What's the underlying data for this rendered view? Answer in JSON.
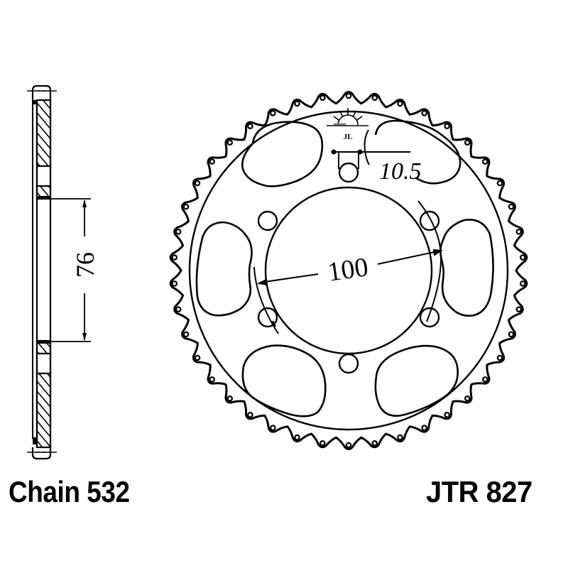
{
  "drawing": {
    "title": "Rear sprocket technical drawing",
    "chain_label": "Chain 532",
    "part_number": "JTR 827",
    "line_color": "#000000",
    "background": "#ffffff"
  },
  "side_view": {
    "dimension_label": "76",
    "description": "Cross-section profile of sprocket with hatched plate sections"
  },
  "front_view": {
    "tooth_count": 42,
    "bolt_circle_label": "100",
    "bolt_hole_label": "10.5",
    "bolt_holes": 6,
    "lightening_cutouts": 6,
    "logo": "sun-logo"
  }
}
